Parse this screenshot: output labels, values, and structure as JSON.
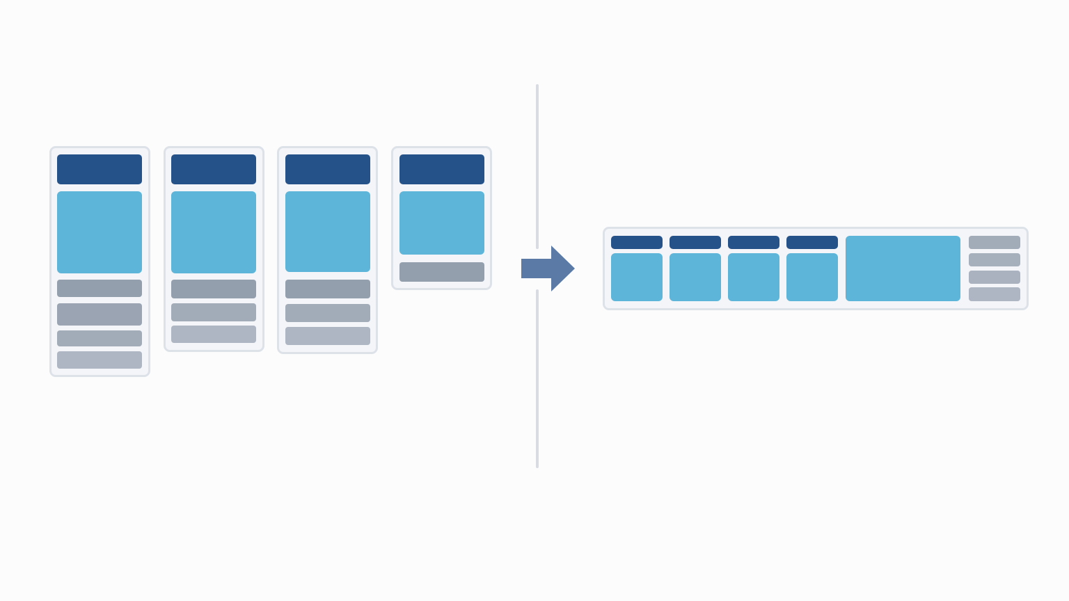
{
  "colors": {
    "background": "#fcfcfd",
    "card_fill": "#f3f5f8",
    "card_border": "#dde2e9",
    "header": "#26528a",
    "image": "#5db5d9",
    "line_dark": "#949fae",
    "line_mid": "#a2abb8",
    "line_light": "#aeb6c3",
    "divider": "#d8dce2",
    "arrow": "#5b7ba6"
  },
  "icons": {
    "transform_arrow": "arrow-right-icon"
  },
  "diagram": {
    "left_group": {
      "cards": [
        {
          "blocks": [
            "header",
            "image",
            "line",
            "line",
            "line",
            "line"
          ]
        },
        {
          "blocks": [
            "header",
            "image",
            "line",
            "line",
            "line"
          ]
        },
        {
          "blocks": [
            "header",
            "image",
            "line",
            "line",
            "line"
          ]
        },
        {
          "blocks": [
            "header",
            "image",
            "line"
          ]
        }
      ]
    },
    "right_group": {
      "columns": [
        {
          "blocks": [
            "header",
            "image"
          ]
        },
        {
          "blocks": [
            "header",
            "image"
          ]
        },
        {
          "blocks": [
            "header",
            "image"
          ]
        },
        {
          "blocks": [
            "header",
            "image"
          ]
        },
        {
          "blocks": [
            "image"
          ]
        },
        {
          "blocks": [
            "line",
            "line",
            "line",
            "line"
          ]
        }
      ]
    }
  }
}
